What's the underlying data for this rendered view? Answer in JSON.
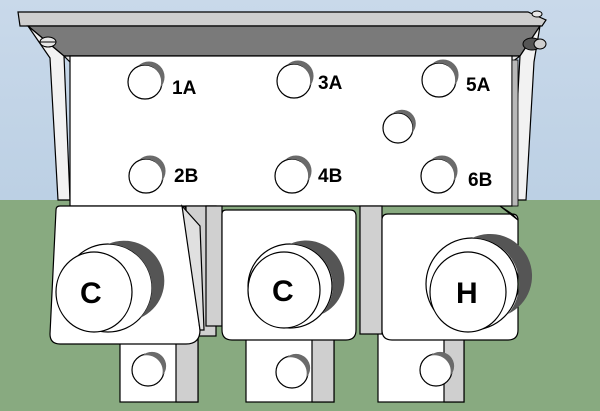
{
  "colors": {
    "sky_top": "#c9d9ea",
    "sky_bottom": "#bcd0e4",
    "ground": "#88aa80",
    "body": "#ffffff",
    "shade": "#d0d0d0",
    "outline": "#000000"
  },
  "ports": {
    "p1": "1A",
    "p2": "2B",
    "p3": "3A",
    "p4": "4B",
    "p5": "5A",
    "p6": "6B"
  },
  "solenoids": {
    "left": "C",
    "middle": "C",
    "right": "H"
  }
}
